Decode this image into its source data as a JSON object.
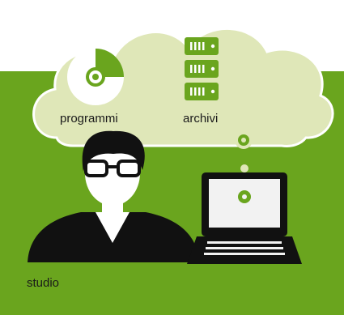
{
  "labels": {
    "programs": "programmi",
    "archives": "archivi",
    "office": "studio"
  },
  "colors": {
    "green": "#6aa51e",
    "cloud": "#dfe7b8",
    "cloud_outline": "#ffffff",
    "black": "#111111",
    "white": "#ffffff",
    "screen": "#f2f2f2",
    "label_text": "#1a1a1a"
  },
  "icons": [
    "software-disc-icon",
    "server-archive-icon",
    "person-icon",
    "laptop-icon"
  ]
}
